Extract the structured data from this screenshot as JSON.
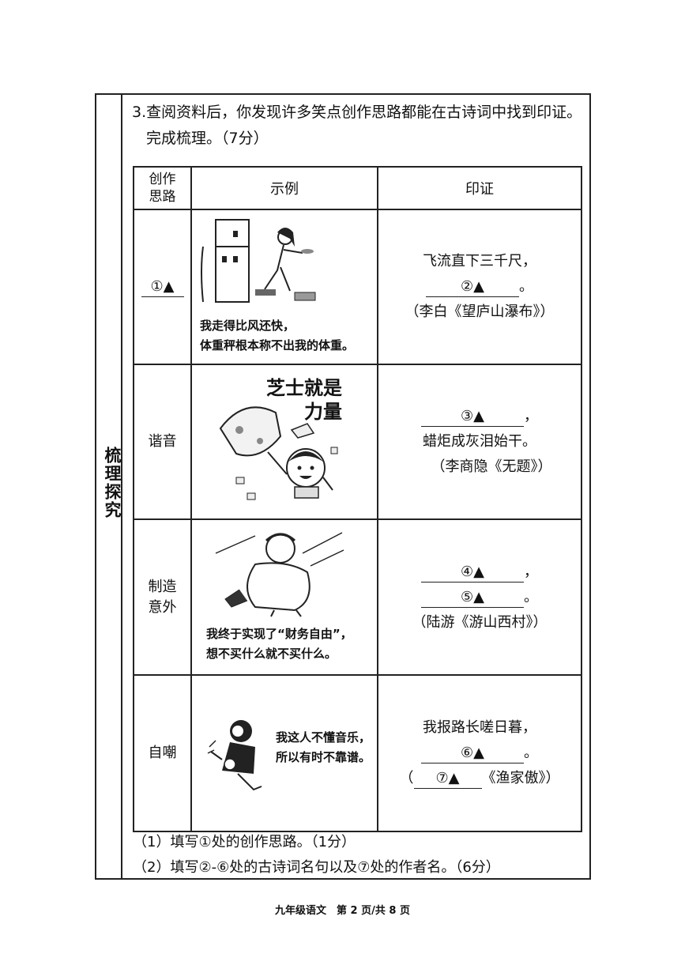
{
  "side_label": "梳理探究",
  "question": {
    "line1": "3.查阅资料后，你发现许多笑点创作思路都能在古诗词中找到印证。",
    "line2": "完成梳理。（7分）"
  },
  "table": {
    "headers": {
      "col1": "创作思路",
      "col2": "示例",
      "col3": "印证"
    },
    "rows": [
      {
        "thinking_blank": "①▲",
        "caption": [
          "我走得比风还快，",
          "体重秤根本称不出我的体重。"
        ],
        "proof": {
          "line1": "飞流直下三千尺，",
          "blank": "②▲",
          "blank_end": "。",
          "source": "（李白《望庐山瀑布》）"
        }
      },
      {
        "thinking": "谐音",
        "image_text": [
          "芝士就是",
          "力量"
        ],
        "proof": {
          "blank": "③▲",
          "blank_end": "，",
          "line2": "蜡炬成灰泪始干。",
          "source": "（李商隐《无题》）"
        }
      },
      {
        "thinking": "制造意外",
        "caption": [
          "我终于实现了“财务自由”，",
          "想不买什么就不买什么。"
        ],
        "proof": {
          "blank1": "④▲",
          "blank1_end": "，",
          "blank2": "⑤▲",
          "blank2_end": "。",
          "source": "（陆游《游山西村》）"
        }
      },
      {
        "thinking": "自嘲",
        "caption": [
          "我这人不懂音乐，",
          "所以有时不靠谱。"
        ],
        "proof": {
          "line1": "我报路长嗟日暮，",
          "blank": "⑥▲",
          "blank_end": "。",
          "source_open": "（",
          "source_blank": "⑦▲",
          "source_tail": "《渔家傲》）"
        }
      }
    ]
  },
  "subquestions": [
    "（1）填写①处的创作思路。（1分）",
    "（2）填写②-⑥处的古诗词名句以及⑦处的作者名。（6分）"
  ],
  "footer": "九年级语文　第 2 页/共 8 页"
}
